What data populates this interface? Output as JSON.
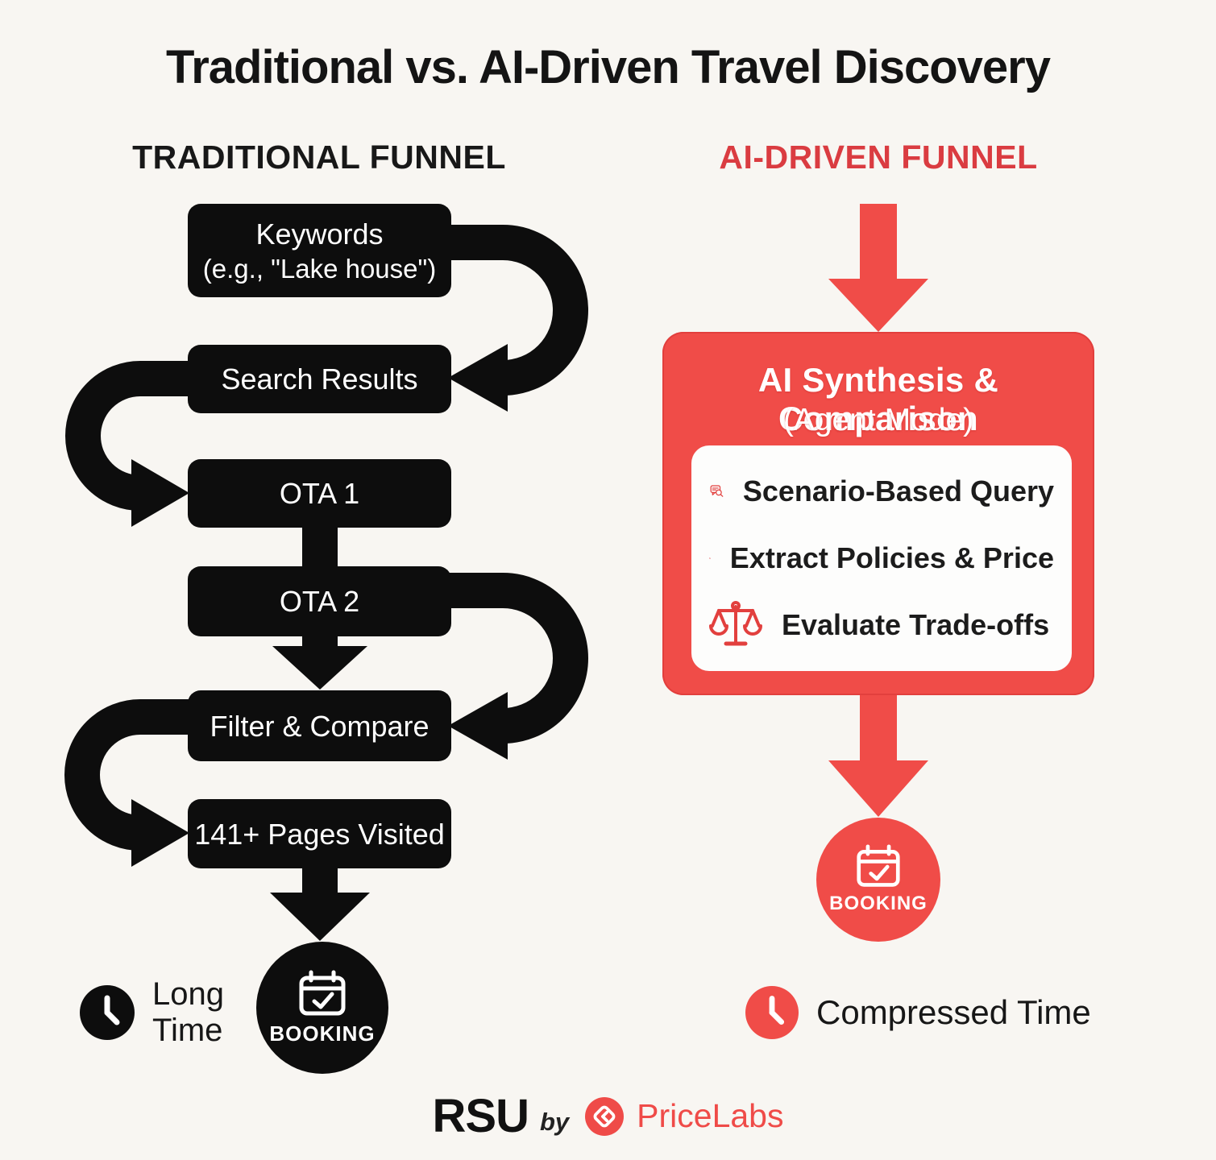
{
  "title": "Traditional vs. AI-Driven Travel Discovery",
  "colors": {
    "funnel_red": "#f04c48",
    "heading_red": "#da3c41",
    "ink_black": "#0d0d0d",
    "background": "#f8f6f2"
  },
  "traditional": {
    "heading": "TRADITIONAL FUNNEL",
    "steps": [
      {
        "line1": "Keywords",
        "line2": "(e.g., \"Lake house\")"
      },
      {
        "line1": "Search Results"
      },
      {
        "line1": "OTA 1"
      },
      {
        "line1": "OTA 2"
      },
      {
        "line1": "Filter & Compare"
      },
      {
        "line1": "141+ Pages Visited"
      }
    ],
    "booking_label": "BOOKING",
    "time_note": {
      "line1": "Long",
      "line2": "Time"
    }
  },
  "ai": {
    "heading": "AI-DRIVEN FUNNEL",
    "box_title": "AI Synthesis & Comparison",
    "box_subtitle": "(Agent Mode)",
    "features": [
      {
        "label": "Scenario-Based Query",
        "icon": "chat-search-icon"
      },
      {
        "label": "Extract Policies & Price",
        "icon": "document-price-search-icon"
      },
      {
        "label": "Evaluate Trade-offs",
        "icon": "scales-icon"
      }
    ],
    "booking_label": "BOOKING",
    "time_note": "Compressed Time"
  },
  "footer": {
    "brand": "RSU",
    "by": "by",
    "partner": "PriceLabs"
  }
}
